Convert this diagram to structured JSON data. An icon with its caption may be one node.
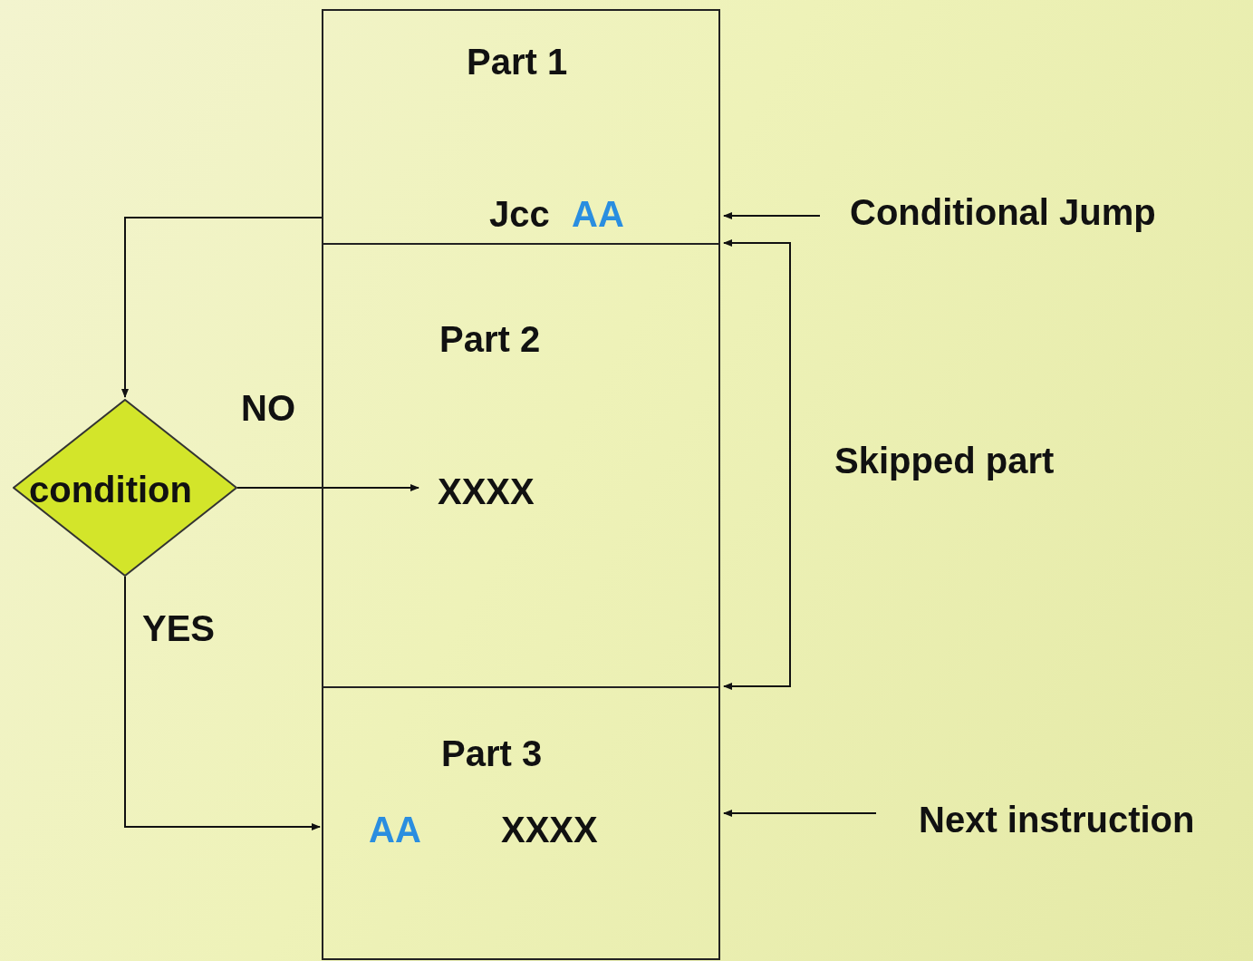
{
  "diagram": {
    "nodes": [
      {
        "text": [
          "Part 1",
          "Jcc",
          "AA"
        ]
      },
      {
        "text": [
          "Part 2",
          "XXXX"
        ]
      },
      {
        "text": [
          "Part 3",
          "AA",
          "XXXX"
        ]
      },
      {
        "text": [
          "condition"
        ]
      },
      {
        "text": [
          "Conditional Jump"
        ]
      },
      {
        "text": [
          "Next instruction"
        ]
      }
    ],
    "edges": [
      {
        "from": 0,
        "to": 3,
        "arrow": "to"
      },
      {
        "from": 3,
        "to": 1,
        "arrow": "to",
        "label": "NO"
      },
      {
        "from": 3,
        "to": 2,
        "arrow": "to",
        "label": "YES"
      },
      {
        "from": 4,
        "to": 0,
        "arrow": "to"
      },
      {
        "from": 5,
        "to": 2,
        "arrow": "to"
      },
      {
        "from": 0,
        "to": 2,
        "arrow": "both"
      }
    ],
    "labels": [
      "Skipped part"
    ]
  }
}
